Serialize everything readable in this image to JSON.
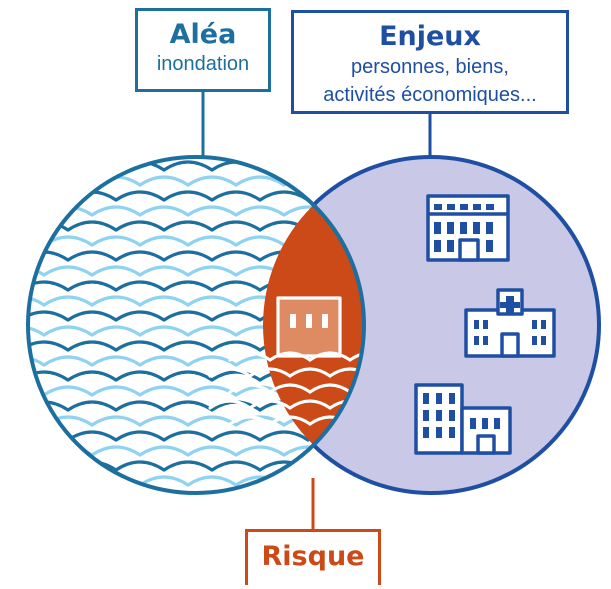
{
  "alea": {
    "title": "Aléa",
    "subtitle": "inondation"
  },
  "enjeux": {
    "title": "Enjeux",
    "subtitle_line1": "personnes, biens,",
    "subtitle_line2": "activités économiques..."
  },
  "risque": {
    "title": "Risque"
  },
  "icons": {
    "enjeux": [
      "office-building-icon",
      "hospital-icon",
      "apartment-buildings-icon"
    ],
    "risque": "flooded-house-icon",
    "alea": "water-waves-icon"
  },
  "colors": {
    "alea_dark": "#1d6f9f",
    "alea_light": "#8fd3f1",
    "enjeux_stroke": "#1e4fa3",
    "enjeux_fill": "#c9c8e6",
    "risque": "#cc4a17"
  }
}
